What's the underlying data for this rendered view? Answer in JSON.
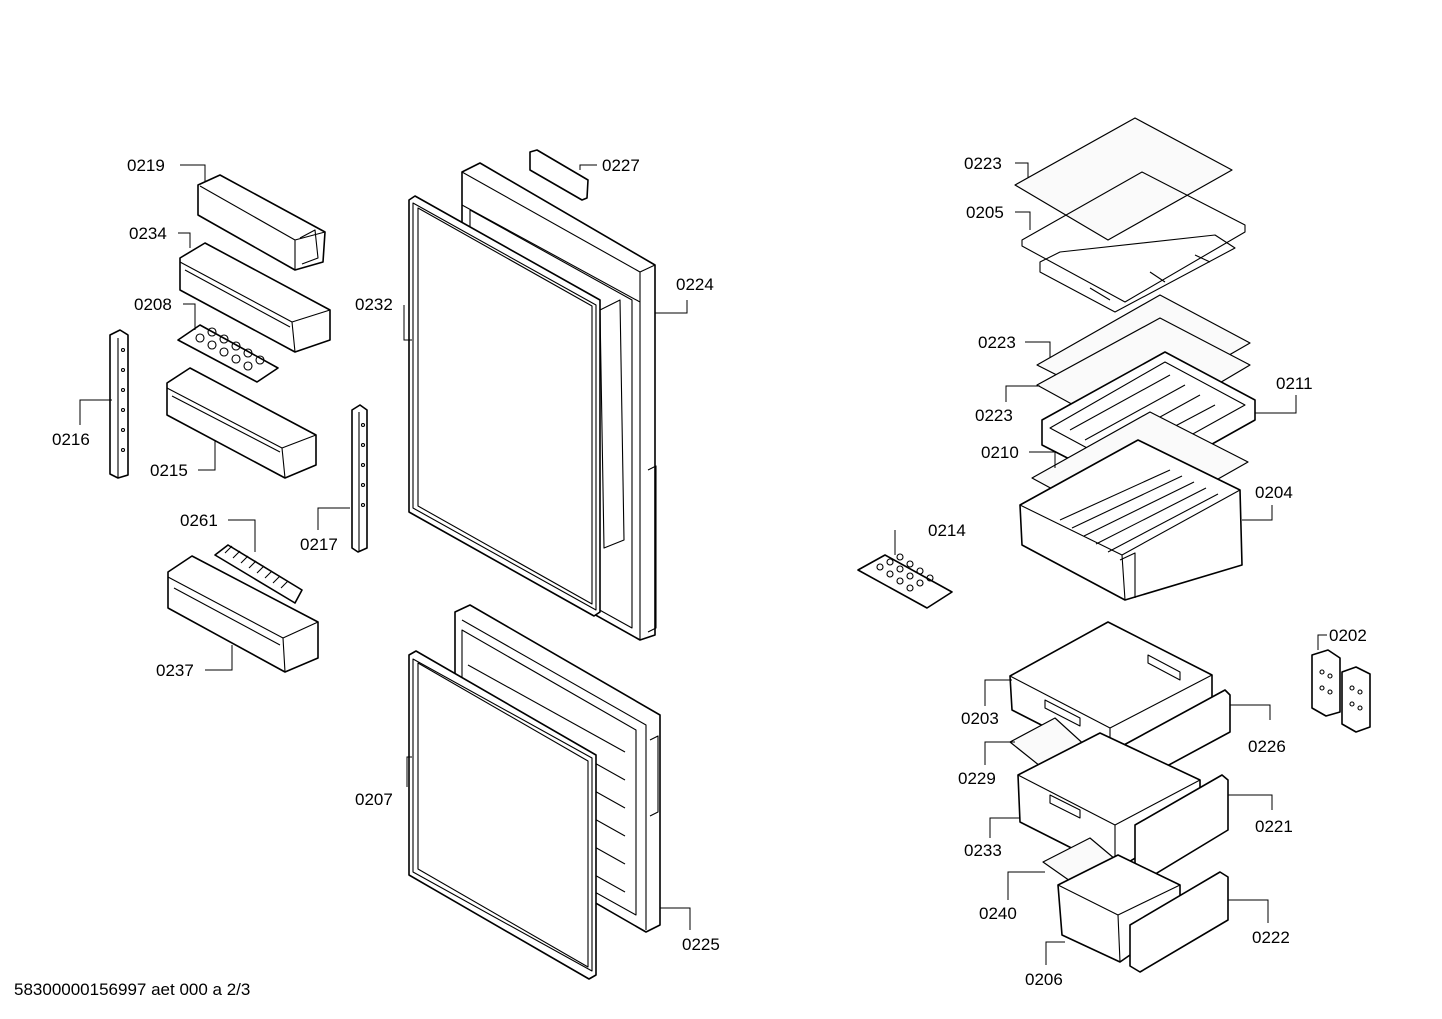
{
  "document_id": "58300000156997 aet 000 a 2/3",
  "labels": {
    "l0219": "0219",
    "l0234": "0234",
    "l0208": "0208",
    "l0216": "0216",
    "l0215": "0215",
    "l0261": "0261",
    "l0217": "0217",
    "l0237": "0237",
    "l0232": "0232",
    "l0227": "0227",
    "l0224": "0224",
    "l0207": "0207",
    "l0225": "0225",
    "l0223a": "0223",
    "l0205": "0205",
    "l0223b": "0223",
    "l0223c": "0223",
    "l0211": "0211",
    "l0210": "0210",
    "l0204": "0204",
    "l0214": "0214",
    "l0202": "0202",
    "l0203": "0203",
    "l0226": "0226",
    "l0229": "0229",
    "l0221": "0221",
    "l0233": "0233",
    "l0240": "0240",
    "l0222": "0222",
    "l0206": "0206"
  }
}
